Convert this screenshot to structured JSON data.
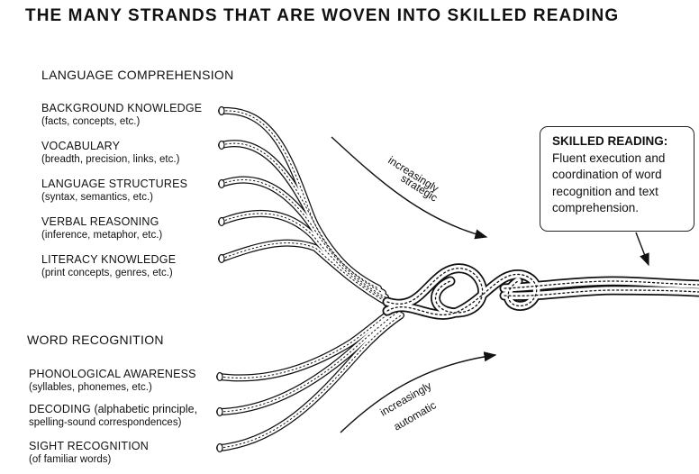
{
  "title": "THE MANY STRANDS THAT ARE WOVEN INTO SKILLED READING",
  "language_comprehension": {
    "heading": "LANGUAGE COMPREHENSION",
    "strands": [
      {
        "label": "BACKGROUND KNOWLEDGE",
        "detail": "(facts, concepts, etc.)"
      },
      {
        "label": "VOCABULARY",
        "detail": "(breadth, precision, links, etc.)"
      },
      {
        "label": "LANGUAGE STRUCTURES",
        "detail": "(syntax, semantics, etc.)"
      },
      {
        "label": "VERBAL REASONING",
        "detail": "(inference, metaphor, etc.)"
      },
      {
        "label": "LITERACY KNOWLEDGE",
        "detail": "(print concepts, genres, etc.)"
      }
    ]
  },
  "word_recognition": {
    "heading": "WORD RECOGNITION",
    "strands": [
      {
        "label": "PHONOLOGICAL AWARENESS",
        "detail": "(syllables, phonemes, etc.)"
      },
      {
        "label": "DECODING",
        "label_suffix": " (alphabetic principle,",
        "detail": "spelling-sound correspondences)"
      },
      {
        "label": "SIGHT RECOGNITION",
        "detail": "(of familiar words)"
      }
    ]
  },
  "annotations": {
    "strategic_line1": "increasingly",
    "strategic_line2": "strategic",
    "automatic_line1": "increasingly",
    "automatic_line2": "automatic"
  },
  "callout": {
    "title": "SKILLED READING:",
    "body_lines": [
      "Fluent execution and",
      "coordination of word",
      "recognition and text",
      "comprehension."
    ]
  }
}
